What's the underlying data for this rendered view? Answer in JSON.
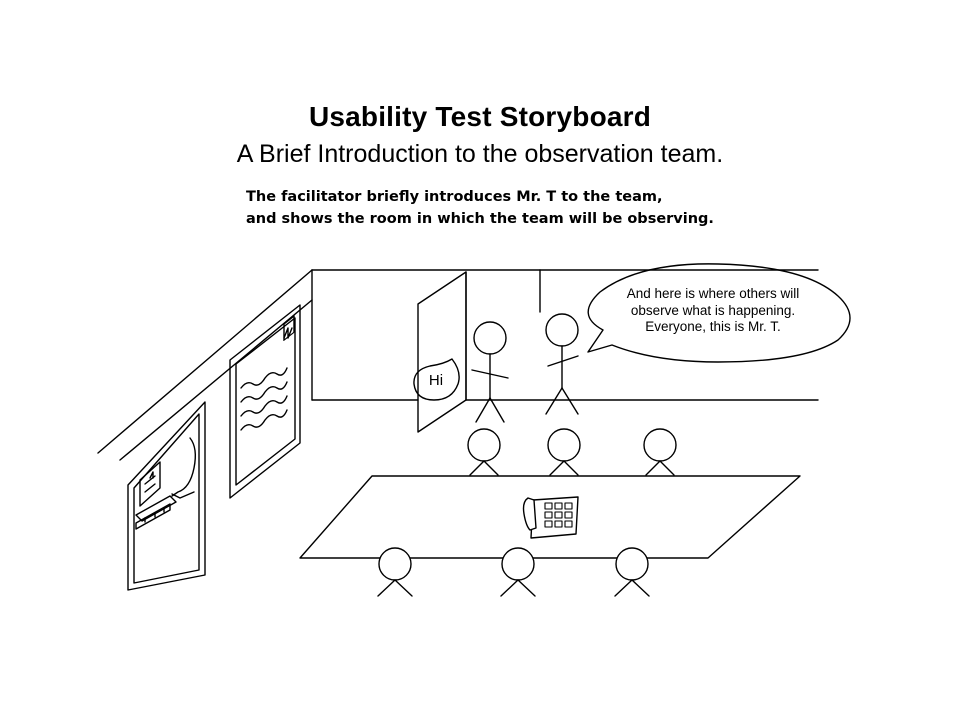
{
  "slide": {
    "title": "Usability Test Storyboard",
    "subtitle": "A Brief Introduction to the observation team.",
    "caption_lines": [
      "The facilitator briefly introduces Mr. T to the team,",
      "and shows the room in which the team will be observing."
    ]
  },
  "scene": {
    "facilitator_speech": [
      "And here is where others will",
      "observe what is happening.",
      "Everyone, this is Mr. T."
    ],
    "mr_t_speech": "Hi"
  }
}
